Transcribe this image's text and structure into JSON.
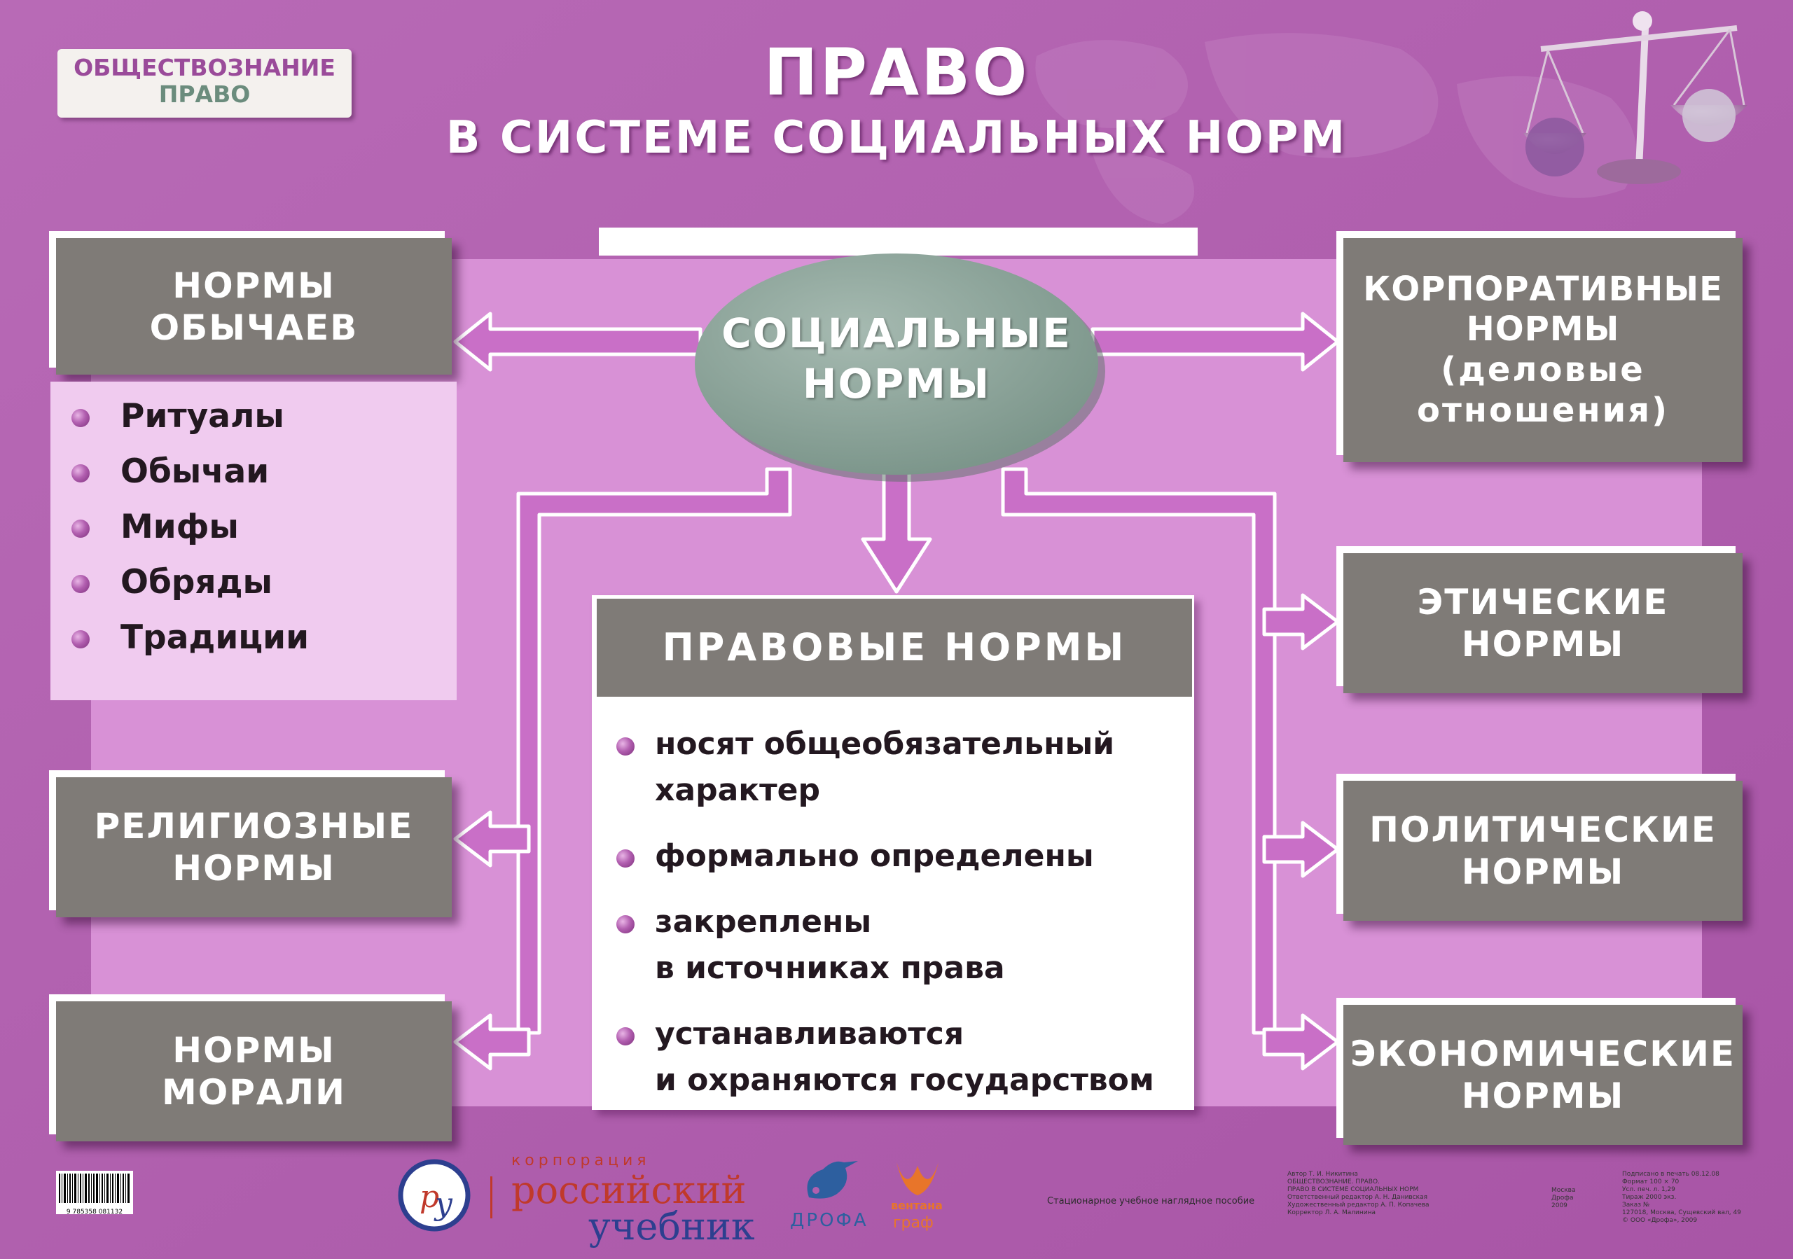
{
  "badge": {
    "line1": "ОБЩЕСТВОЗНАНИЕ",
    "line2": "ПРАВО"
  },
  "header": {
    "title": "ПРАВО",
    "subtitle": "В СИСТЕМЕ СОЦИАЛЬНЫХ НОРМ"
  },
  "center": {
    "line1": "СОЦИАЛЬНЫЕ",
    "line2": "НОРМЫ"
  },
  "left": {
    "customs": {
      "line1": "НОРМЫ",
      "line2": "ОБЫЧАЕВ",
      "items": [
        "Ритуалы",
        "Обычаи",
        "Мифы",
        "Обряды",
        "Традиции"
      ]
    },
    "religious": {
      "line1": "РЕЛИГИОЗНЫЕ",
      "line2": "НОРМЫ"
    },
    "moral": {
      "line1": "НОРМЫ",
      "line2": "МОРАЛИ"
    }
  },
  "legal": {
    "title": "ПРАВОВЫЕ НОРМЫ",
    "items": [
      {
        "l1": "носят общеобязательный",
        "l2": "характер"
      },
      {
        "l1": "формально определены",
        "l2": ""
      },
      {
        "l1": "закреплены",
        "l2": "в источниках права"
      },
      {
        "l1": "устанавливаются",
        "l2": "и охраняются государством"
      }
    ]
  },
  "right": {
    "corporate": {
      "line1": "КОРПОРАТИВНЫЕ",
      "line2": "НОРМЫ",
      "line3": "(деловые",
      "line4": "отношения)"
    },
    "ethical": {
      "line1": "ЭТИЧЕСКИЕ",
      "line2": "НОРМЫ"
    },
    "political": {
      "line1": "ПОЛИТИЧЕСКИЕ",
      "line2": "НОРМЫ"
    },
    "economic": {
      "line1": "ЭКОНОМИЧЕСКИЕ",
      "line2": "НОРМЫ"
    }
  },
  "footer": {
    "publisher_small": "корпорация",
    "publisher_line1": "российский",
    "publisher_line2": "учебник",
    "drofa": "ДРОФА",
    "ventana_1": "вентана",
    "ventana_2": "граф",
    "barcode_number": "9 785358 081132",
    "manual_type": "Стационарное учебное наглядное пособие",
    "imprint": [
      "Автор Т. И. Никитина",
      "ОБЩЕСТВОЗНАНИЕ. ПРАВО.",
      "ПРАВО В СИСТЕМЕ СОЦИАЛЬНЫХ НОРМ",
      "Ответственный редактор А. Н. Данивская",
      "Художественный редактор А. П. Копачева",
      "Корректор Л. А. Малинина"
    ],
    "city": [
      "Москва",
      "Дрофа",
      "2009"
    ],
    "specs": [
      "Подписано в печать 08.12.08",
      "Формат 100 × 70",
      "Усл. печ. л. 1,29",
      "Тираж 2000 экз.",
      "Заказ №",
      "127018, Москва, Сущевский вал, 49",
      "© ООО «Дрофа», 2009"
    ]
  },
  "colors": {
    "background": "#b05fae",
    "panel": "#d891d6",
    "gray_box": "#7f7b77",
    "ellipse": "#8ea59b",
    "arrow": "#c46cc2"
  }
}
